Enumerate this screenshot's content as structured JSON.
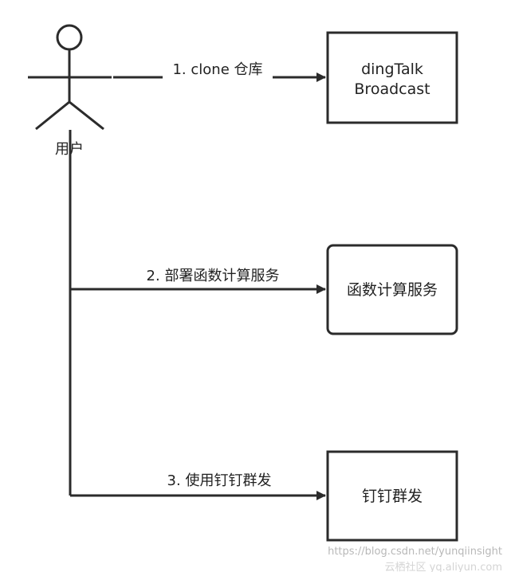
{
  "actor": {
    "label": "用户"
  },
  "steps": [
    {
      "label": "1. clone 仓库",
      "target": "dingTalk Broadcast"
    },
    {
      "label": "2. 部署函数计算服务",
      "target": "函数计算服务"
    },
    {
      "label": "3. 使用钉钉群发",
      "target": "钉钉群发"
    }
  ],
  "boxes": [
    {
      "lines": [
        "dingTalk",
        "Broadcast"
      ]
    },
    {
      "lines": [
        "函数计算服务"
      ]
    },
    {
      "lines": [
        "钉钉群发"
      ]
    }
  ],
  "watermark": {
    "line1": "https://blog.csdn.net/yunqiinsight",
    "line2": "云栖社区 yq.aliyun.com"
  },
  "colors": {
    "stroke": "#2b2b2b",
    "text": "#222222",
    "watermark": "#b8b8b8"
  }
}
